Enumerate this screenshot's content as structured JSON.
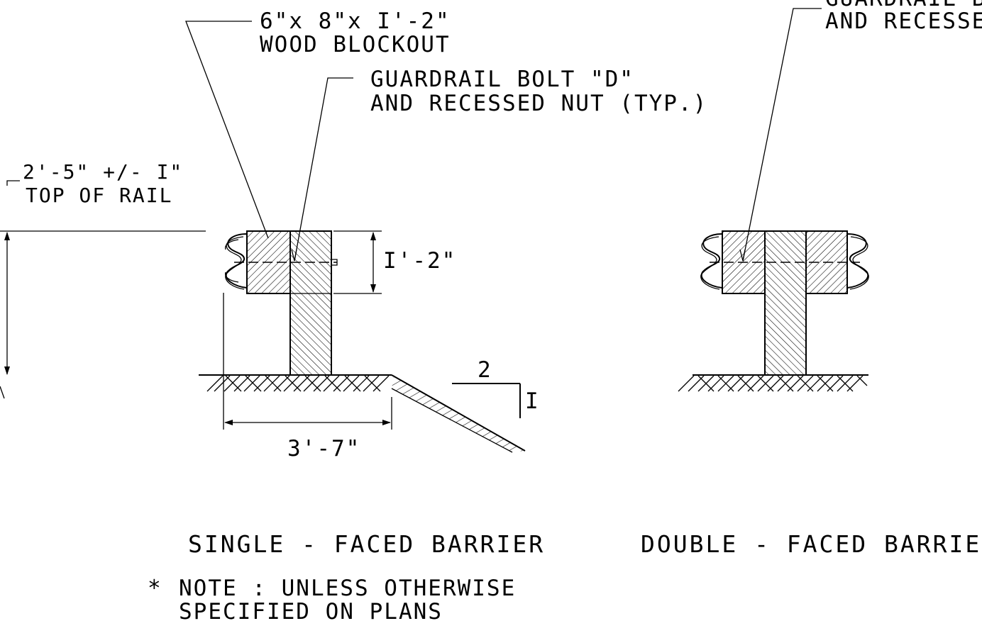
{
  "labels": {
    "blockout_line1": "6\"x 8\"x I'-2\"",
    "blockout_line2": "WOOD BLOCKOUT",
    "bolt_line1": "GUARDRAIL BOLT \"D\"",
    "bolt_line2": "AND RECESSED NUT (TYP.)",
    "rail_height_line1": "2'-5\" +/- I\"",
    "rail_height_line2": "TOP OF RAIL",
    "blockout_height": "I'-2\"",
    "offset_width": "3'-7\"",
    "slope_horizontal": "2",
    "slope_vertical": "I",
    "right_bolt_line1": "GUARDRAIL BOLT \"D\"",
    "right_bolt_line2": "AND RECESSED NUT (TYP.)"
  },
  "titles": {
    "single": "SINGLE - FACED BARRIER",
    "double": "DOUBLE - FACED BARRIER"
  },
  "note": {
    "marker": "*",
    "line1": "NOTE : UNLESS OTHERWISE",
    "line2": "SPECIFIED ON PLANS"
  }
}
